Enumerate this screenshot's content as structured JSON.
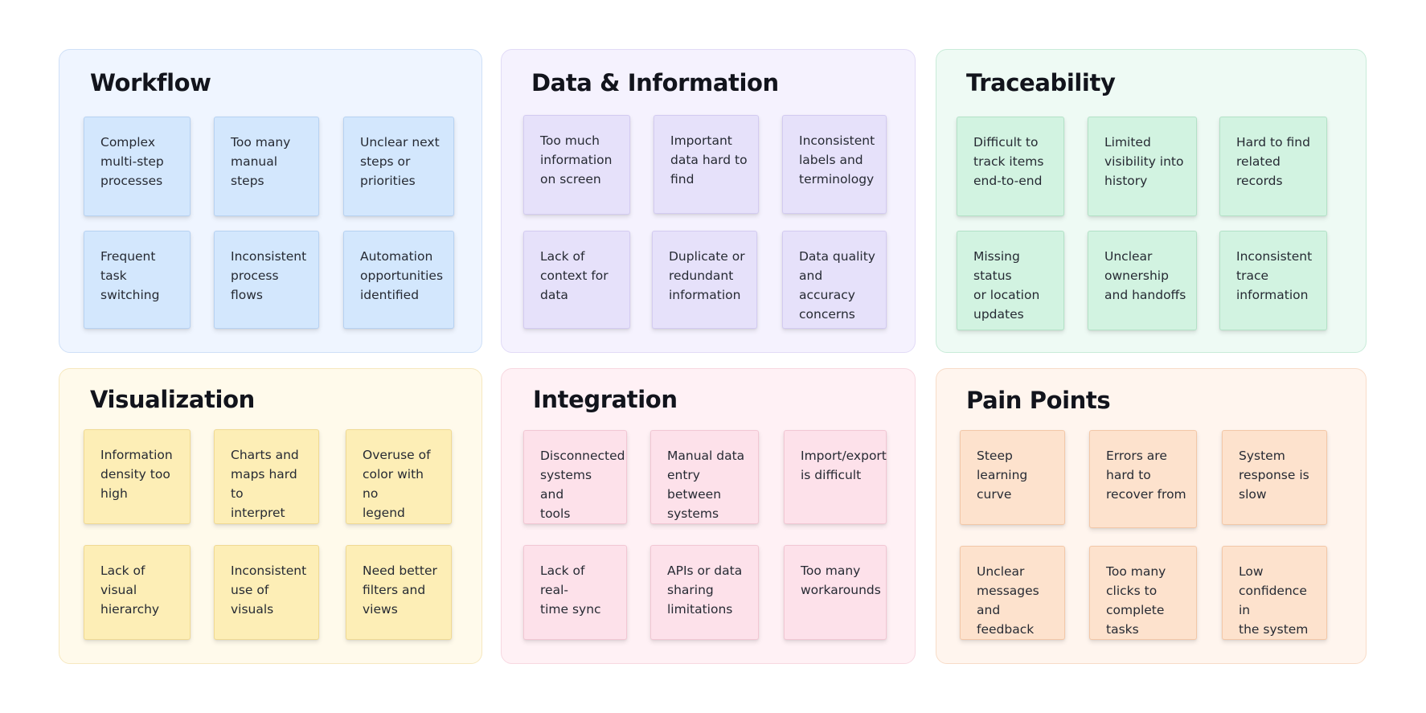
{
  "groups": {
    "workflow": {
      "title": "Workflow",
      "color": "#d3e7fd",
      "notes": [
        [
          "Complex",
          "multi-step",
          "processes"
        ],
        [
          "Too many",
          "manual",
          "steps"
        ],
        [
          "Unclear next",
          "steps or",
          "priorities"
        ],
        [
          "Frequent",
          "task",
          "switching"
        ],
        [
          "Inconsistent",
          "process",
          "flows"
        ],
        [
          "Automation",
          "opportunities",
          "identified"
        ]
      ]
    },
    "data": {
      "title": "Data & Information",
      "color": "#e6e1fa",
      "notes": [
        [
          "Too much",
          "information",
          "on screen"
        ],
        [
          "Important",
          "data hard to",
          "find"
        ],
        [
          "Inconsistent",
          "labels and",
          "terminology"
        ],
        [
          "Lack of",
          "context for",
          "data"
        ],
        [
          "Duplicate or",
          "redundant",
          "information"
        ],
        [
          "Data quality",
          "and accuracy",
          "concerns"
        ]
      ]
    },
    "traceability": {
      "title": "Traceability",
      "color": "#d2f3e1",
      "notes": [
        [
          "Difficult to",
          "track items",
          "end-to-end"
        ],
        [
          "Limited",
          "visibility into",
          "history"
        ],
        [
          "Hard to find",
          "related",
          "records"
        ],
        [
          "Missing status",
          "or location",
          "updates"
        ],
        [
          "Unclear",
          "ownership",
          "and handoffs"
        ],
        [
          "Inconsistent",
          "trace",
          "information"
        ]
      ]
    },
    "visualization": {
      "title": "Visualization",
      "color": "#fdeeb6",
      "notes": [
        [
          "Information",
          "density too",
          "high"
        ],
        [
          "Charts and",
          "maps hard to",
          "interpret"
        ],
        [
          "Overuse of",
          "color with no",
          "legend"
        ],
        [
          "Lack of",
          "visual",
          "hierarchy"
        ],
        [
          "Inconsistent",
          "use of",
          "visuals"
        ],
        [
          "Need better",
          "filters and",
          "views"
        ]
      ]
    },
    "integration": {
      "title": "Integration",
      "color": "#fde1ea",
      "notes": [
        [
          "Disconnected",
          "systems and",
          "tools"
        ],
        [
          "Manual data",
          "entry between",
          "systems"
        ],
        [
          "Import/export",
          "is difficult"
        ],
        [
          "Lack of real-",
          "time sync"
        ],
        [
          "APIs or data",
          "sharing",
          "limitations"
        ],
        [
          "Too many",
          "workarounds"
        ]
      ]
    },
    "painpoints": {
      "title": "Pain Points",
      "color": "#fde2cd",
      "notes": [
        [
          "Steep learning",
          "curve"
        ],
        [
          "Errors are",
          "hard to",
          "recover from"
        ],
        [
          "System",
          "response is",
          "slow"
        ],
        [
          "Unclear",
          "messages and",
          "feedback"
        ],
        [
          "Too many",
          "clicks to",
          "complete tasks"
        ],
        [
          "Low",
          "confidence in",
          "the system"
        ]
      ]
    }
  }
}
